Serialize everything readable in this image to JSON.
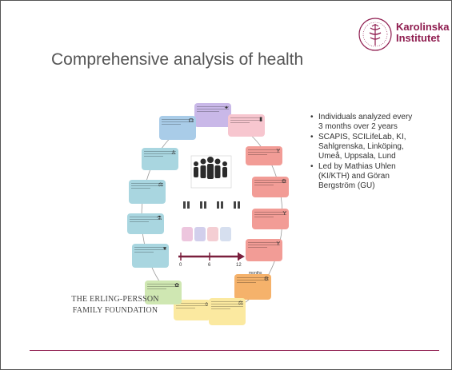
{
  "slide": {
    "title": "Comprehensive analysis of health",
    "logo": {
      "line1": "Karolinska",
      "line2": "Institutet",
      "brand_color": "#8e1b4e",
      "icon": "ki-seal-icon"
    },
    "bullets": [
      "Individuals analyzed every 3 months over 2 years",
      "SCAPIS, SCILifeLab, KI, Sahlgrenska, Linköping, Umeå, Uppsala, Lund",
      "Led by Mathias Uhlen (KI/KTH) and Göran Bergström (GU)"
    ],
    "bullet_marker": "•",
    "foundation": {
      "line1": "THE ERLING-PERSSON",
      "line2": "FAMILY FOUNDATION"
    },
    "timeline": {
      "ticks": [
        "0",
        "6",
        "12"
      ],
      "unit": "months"
    },
    "diagram_boxes": [
      {
        "color": "#c9b8e8",
        "icon": "dna-icon"
      },
      {
        "color": "#f7c6cf",
        "icon": "bottle-icon"
      },
      {
        "color": "#f29c96",
        "icon": "antibody-icon"
      },
      {
        "color": "#f29c96",
        "icon": "gear-icon"
      },
      {
        "color": "#f29c96",
        "icon": "antibody-icon"
      },
      {
        "color": "#f29c96",
        "icon": "antibody-icon"
      },
      {
        "color": "#f5b26b",
        "icon": "gear-icon"
      },
      {
        "color": "#fbe9a0",
        "icon": "scale-icon"
      },
      {
        "color": "#fbe9a0",
        "icon": "pill-icon"
      },
      {
        "color": "#cfe7b2",
        "icon": "molecule-icon"
      },
      {
        "color": "#a9d6e0",
        "icon": "heart-icon"
      },
      {
        "color": "#a9d6e0",
        "icon": "flask-icon"
      },
      {
        "color": "#a9d6e0",
        "icon": "scale-icon"
      },
      {
        "color": "#a9d6e0",
        "icon": "person-icon"
      },
      {
        "color": "#a9cce8",
        "icon": "bone-icon"
      }
    ]
  }
}
